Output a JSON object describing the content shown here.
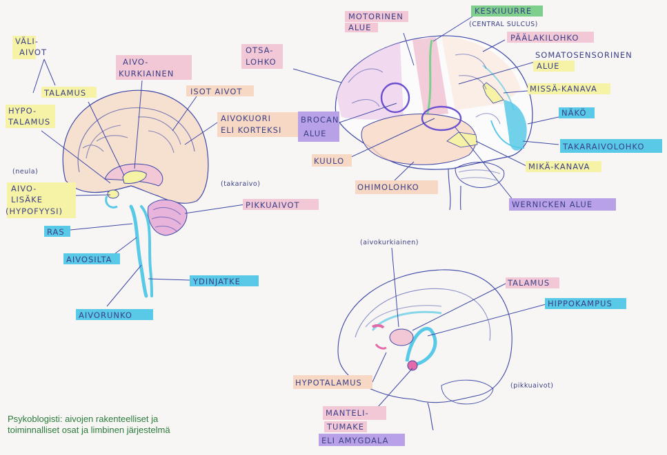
{
  "colors": {
    "yellow": "#f6f3a6",
    "pink": "#f2c7d6",
    "orange": "#f6d8c4",
    "blue": "#58c9e6",
    "purple": "#b9a1e8",
    "green": "#7fcf8c",
    "ink": "#3c46a6",
    "caption": "#2a7a3a"
  },
  "labels": {
    "valiaivot": [
      "VÄLI-",
      "AIVOT"
    ],
    "talamus_left": "TALAMUS",
    "hypotalamus_left": [
      "HYPO-",
      "TALAMUS"
    ],
    "aivokurkiainen": [
      "AIVO-",
      "KURKIAINEN"
    ],
    "isot_aivot": "ISOT AIVOT",
    "aivokuori": [
      "AIVOKUORI",
      "ELI KORTEKSI"
    ],
    "neula": "(neula)",
    "aivolisake": [
      "AIVO-",
      "LISÄKE",
      "(HYPOFYYSI)"
    ],
    "takaraivo_note": "(takaraivo)",
    "pikkuaivot_left": "PIKKUAIVOT",
    "ras": "RAS",
    "aivosilta": "AIVOSILTA",
    "ydinjatke": "YDINJATKE",
    "aivorunko": "AIVORUNKO",
    "motorinen": [
      "MOTORINEN",
      "ALUE"
    ],
    "keskiuurre": "KESKIUURRE",
    "central_sulcus": "(CENTRAL SULCUS)",
    "paalakilohko": "PÄÄLAKILOHKO",
    "otsalohko": [
      "OTSA-",
      "LOHKO"
    ],
    "somatosensorinen": [
      "SOMATOSENSORINEN",
      "ALUE"
    ],
    "missa_kanava": "MISSÄ-KANAVA",
    "broca": [
      "BROCAN",
      "ALUE"
    ],
    "nako": "NÄKÖ",
    "takaraivolohko": "TAKARAIVOLOHKO",
    "kuulo": "KUULO",
    "mika_kanava": "MIKÄ-KANAVA",
    "ohimolohko": "OHIMOLOHKO",
    "wernicke": "WERNICKEN ALUE",
    "aivokurkiainen_note": "(aivokurkiainen)",
    "talamus_right": "TALAMUS",
    "hippokampus": "HIPPOKAMPUS",
    "hypotalamus_right": "HYPOTALAMUS",
    "pikkuaivot_note": "(pikkuaivot)",
    "mantelitumake": [
      "MANTELI-",
      "TUMAKE",
      "ELI AMYGDALA"
    ]
  },
  "caption": [
    "Psykoblogisti: aivojen rakenteelliset ja",
    "toiminnalliset osat ja limbinen järjestelmä"
  ]
}
